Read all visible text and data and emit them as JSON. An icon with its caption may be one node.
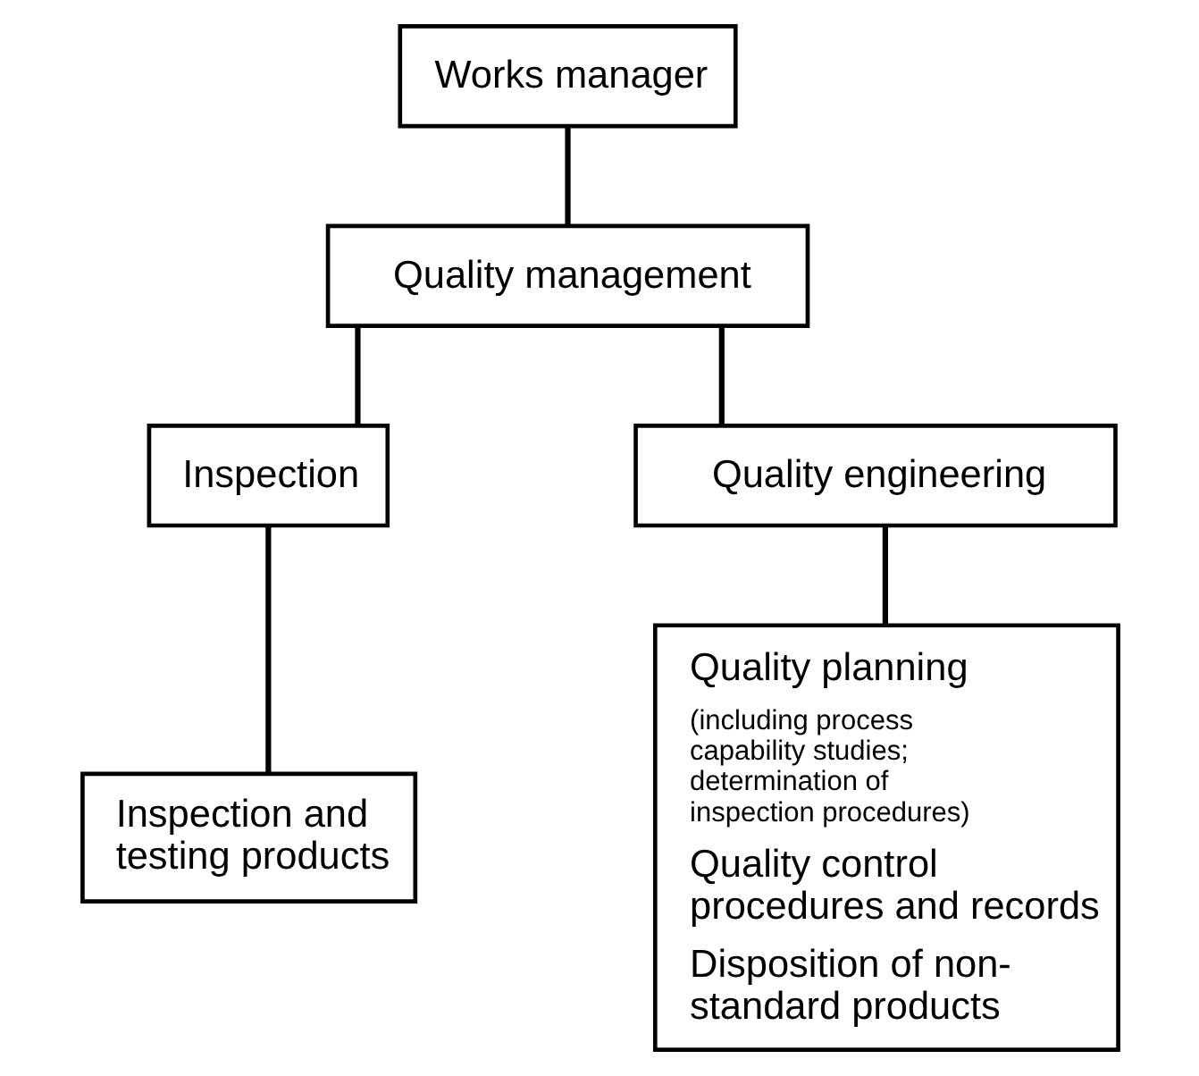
{
  "diagram": {
    "nodes": [
      {
        "text": [
          "Works manager"
        ]
      },
      {
        "text": [
          "Quality management"
        ]
      },
      {
        "text": [
          "Inspection"
        ]
      },
      {
        "text": [
          "Quality engineering"
        ]
      },
      {
        "text": [
          "Inspection and testing products"
        ]
      },
      {
        "text": [
          "Quality planning",
          "(including process capability studies; determination of inspection procedures)",
          "Quality control procedures and records",
          "Disposition of non-standard products"
        ]
      }
    ],
    "edges": [
      {
        "from": 0,
        "to": 1,
        "arrow": "none"
      },
      {
        "from": 1,
        "to": 2,
        "arrow": "none"
      },
      {
        "from": 1,
        "to": 3,
        "arrow": "none"
      },
      {
        "from": 2,
        "to": 4,
        "arrow": "none"
      },
      {
        "from": 3,
        "to": 5,
        "arrow": "none"
      }
    ]
  }
}
